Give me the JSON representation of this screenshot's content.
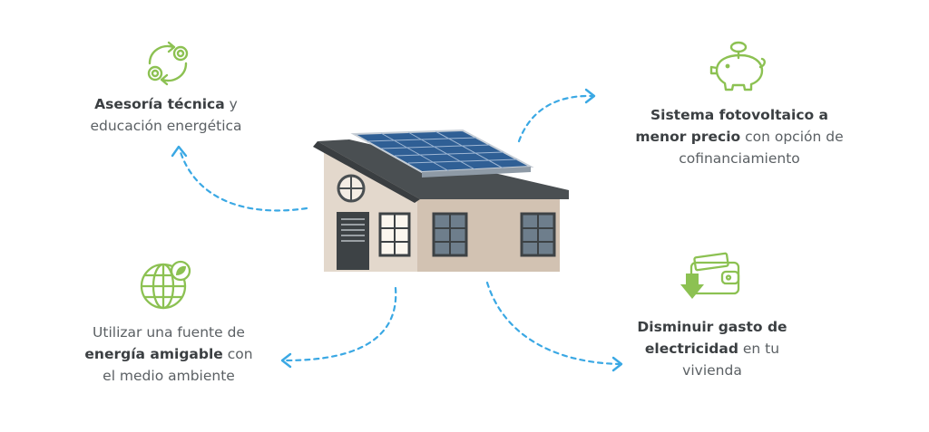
{
  "items": [
    {
      "id": "asesoria",
      "icon": "refresh-coins-icon",
      "bold": "Asesoría técnica",
      "rest": " y",
      "line2": "educación energética"
    },
    {
      "id": "sistema",
      "icon": "piggy-bank-icon",
      "line1": "Sistema fotovoltaico a",
      "bold2": "menor precio",
      "rest2": " con opción de",
      "line3": "cofinanciamiento"
    },
    {
      "id": "energia",
      "icon": "globe-leaf-icon",
      "line1": "Utilizar una fuente de",
      "bold2": "energía amigable",
      "rest2": " con",
      "line3": "el medio ambiente"
    },
    {
      "id": "gasto",
      "icon": "wallet-down-icon",
      "bold1": "Disminuir gasto de",
      "bold2": "electricidad",
      "rest2": " en tu",
      "line3": "vivienda"
    }
  ],
  "colors": {
    "green": "#8cc152",
    "arrow": "#3aa8e4",
    "roof": "#4a4f52",
    "wall": "#e3d8cc",
    "panel": "#3d73b0"
  }
}
